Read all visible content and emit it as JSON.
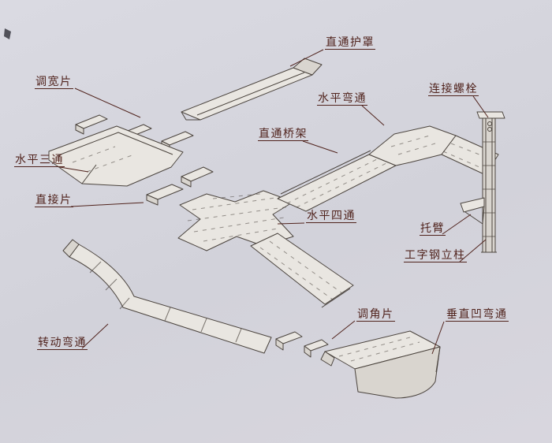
{
  "diagram": {
    "type": "cable-tray-assembly-diagram",
    "colors": {
      "background": "#d8d6de",
      "line": "#4b443e",
      "label_text": "#50231d",
      "part_fill": "#e9e6e1",
      "part_shade": "#d9d5cf"
    },
    "labels": [
      {
        "id": "straight-cover",
        "text": "直通护罩"
      },
      {
        "id": "width-adjust-plate",
        "text": "调宽片"
      },
      {
        "id": "horizontal-tee",
        "text": "水平三通"
      },
      {
        "id": "direct-plate",
        "text": "直接片"
      },
      {
        "id": "horizontal-elbow",
        "text": "水平弯通"
      },
      {
        "id": "connecting-bolt",
        "text": "连接螺栓"
      },
      {
        "id": "straight-tray",
        "text": "直通桥架"
      },
      {
        "id": "horizontal-cross",
        "text": "水平四通"
      },
      {
        "id": "bracket-arm",
        "text": "托臂"
      },
      {
        "id": "i-beam-column",
        "text": "工字钢立柱"
      },
      {
        "id": "angle-adjust-plate",
        "text": "调角片"
      },
      {
        "id": "vertical-inner-elbow",
        "text": "垂直凹弯通"
      },
      {
        "id": "rotating-elbow",
        "text": "转动弯通"
      }
    ]
  }
}
